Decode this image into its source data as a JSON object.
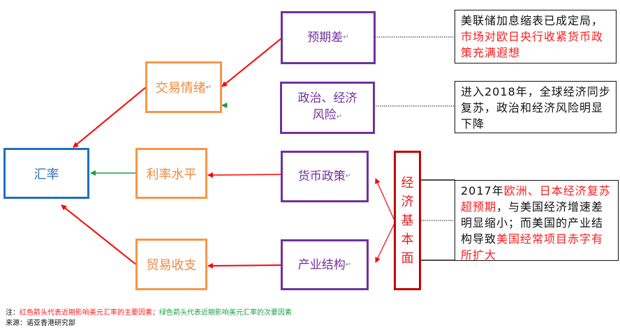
{
  "nodes": {
    "exchange_rate": "汇率",
    "trade_sentiment": "交易情绪",
    "interest_rate_level": "利率水平",
    "trade_balance": "贸易收支",
    "expectation_gap": "预期差",
    "political_economic_risk_line1": "政治、经济",
    "political_economic_risk_line2": "风险",
    "monetary_policy": "货币政策",
    "industrial_structure": "产业结构",
    "economic_fundamentals": [
      "经",
      "济",
      "基",
      "本",
      "面"
    ]
  },
  "notes": {
    "expectation_gap": {
      "black": "美联储加息缩表已成定局，",
      "red": "市场对欧日央行收紧货币政策充满遐想"
    },
    "political_risk": {
      "text": "进入2018年，全球经济同步复苏，政治和经济风险明显下降"
    },
    "fundamentals": {
      "part1": "2017年",
      "part2_red": "欧洲、日本经济复苏超预期",
      "part3": "，与美国经济增速差明显缩小；而美国的产业结构导致",
      "part4_red": "美国经常项目赤字有所扩大"
    }
  },
  "footer": {
    "note_prefix": "注：",
    "note_red": "红色箭头代表近期影响美元汇率的主要因素；",
    "note_green": "绿色箭头代表近期影响美元汇率的次要因素",
    "source": "来源：诺亚香港研究部"
  },
  "colors": {
    "primary_arrow": "#ff0000",
    "secondary_arrow": "#1aa040",
    "exchange_rate_border": "#1f6fbf",
    "intermediate_border": "#f79646",
    "driver_border": "#7030a0",
    "fundamentals_border": "#c00000"
  }
}
